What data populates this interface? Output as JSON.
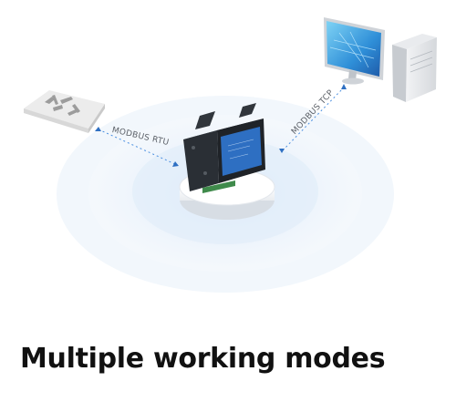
{
  "diagram": {
    "links": {
      "left_protocol": "MODBUS RTU",
      "right_protocol": "MODBUS TCP"
    },
    "devices": {
      "left_icon": "serial-device-icon",
      "center_icon": "gateway-module-icon",
      "right_icon": "computer-icon"
    },
    "colors": {
      "accent_blue": "#2e6fc2",
      "module_body": "#1f2328",
      "ripple": "#e8f1fb",
      "link_dash": "#4a8fe0"
    }
  },
  "caption": {
    "title": "Multiple working modes"
  }
}
